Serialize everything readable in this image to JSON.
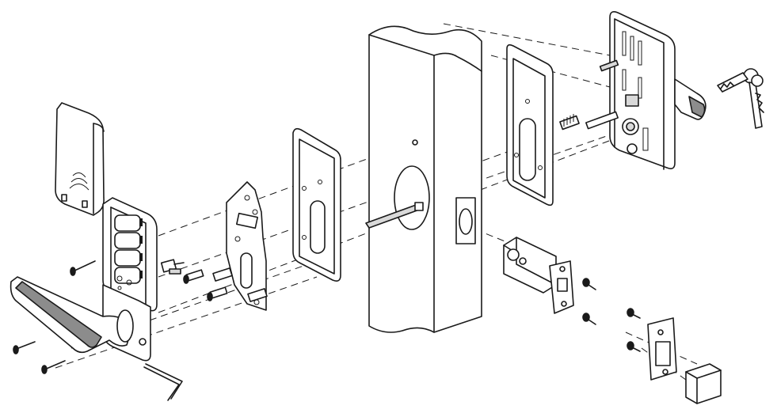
{
  "diagram": {
    "type": "exploded-assembly",
    "parts": [
      {
        "id": "battery-cover"
      },
      {
        "id": "exterior-keypad-unit"
      },
      {
        "id": "exterior-lever-handle"
      },
      {
        "id": "exterior-mounting-plate"
      },
      {
        "id": "exterior-gasket"
      },
      {
        "id": "door-slab"
      },
      {
        "id": "spindle"
      },
      {
        "id": "interior-gasket"
      },
      {
        "id": "interior-unit"
      },
      {
        "id": "interior-lever-handle"
      },
      {
        "id": "latch-bolt"
      },
      {
        "id": "strike-plate"
      },
      {
        "id": "strike-box"
      },
      {
        "id": "keys"
      },
      {
        "id": "hex-key"
      },
      {
        "id": "wire-connector"
      }
    ]
  }
}
